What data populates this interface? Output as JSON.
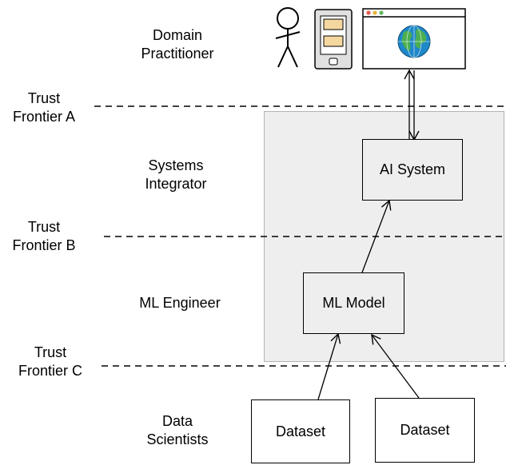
{
  "roles": {
    "domain_practitioner": [
      "Domain",
      "Practitioner"
    ],
    "systems_integrator": [
      "Systems",
      "Integrator"
    ],
    "ml_engineer": [
      "ML Engineer"
    ],
    "data_scientists": [
      "Data",
      "Scientists"
    ]
  },
  "frontiers": {
    "a": [
      "Trust",
      "Frontier A"
    ],
    "b": [
      "Trust",
      "Frontier B"
    ],
    "c": [
      "Trust",
      "Frontier C"
    ]
  },
  "nodes": {
    "ai_system": "AI System",
    "ml_model": "ML Model",
    "dataset_1": "Dataset",
    "dataset_2": "Dataset"
  },
  "icons": {
    "person": "stick-figure-icon",
    "device": "tablet-icon",
    "browser": "browser-window-icon",
    "globe": "globe-icon"
  },
  "colors": {
    "region_fill": "#eeeeee",
    "region_border": "#b3b3b3",
    "globe_blue": "#1e88c8",
    "globe_green": "#4caf50",
    "device_screen": "#f5d7a0",
    "browser_dot_red": "#e95a4f",
    "browser_dot_yellow": "#e8b43a",
    "browser_dot_green": "#5cb85c"
  }
}
